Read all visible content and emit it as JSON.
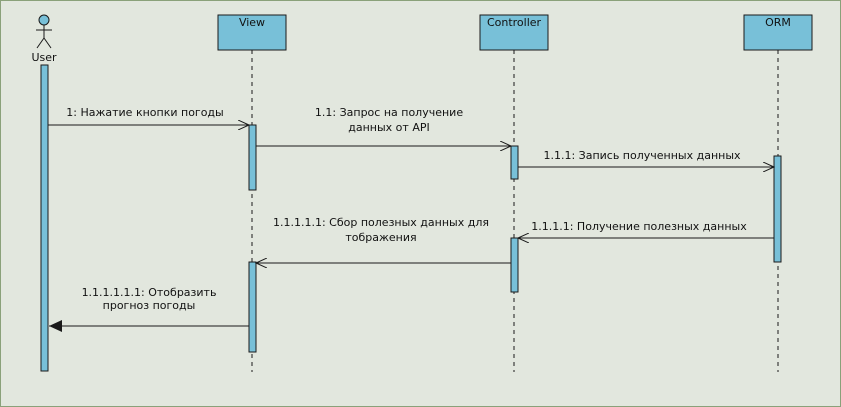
{
  "colors": {
    "background": "#e2e7de",
    "frame": "#8aa17a",
    "box_fill": "#78c0d8",
    "stroke": "#1a1a1a"
  },
  "participants": {
    "user": "User",
    "view": "View",
    "controller": "Controller",
    "orm": "ORM"
  },
  "messages": {
    "m1": "1: Нажатие кнопки погоды",
    "m2_line1": "1.1: Запрос на получение",
    "m2_line2": "данных от API",
    "m3": "1.1.1: Запись полученных данных",
    "m4": "1.1.1.1: Получение полезных данных",
    "m5_line1": "1.1.1.1.1: Сбор полезных данных для",
    "m5_line2": "тображения",
    "m6_line1": "1.1.1.1.1.1: Отобразить",
    "m6_line2": "прогноз погоды"
  }
}
